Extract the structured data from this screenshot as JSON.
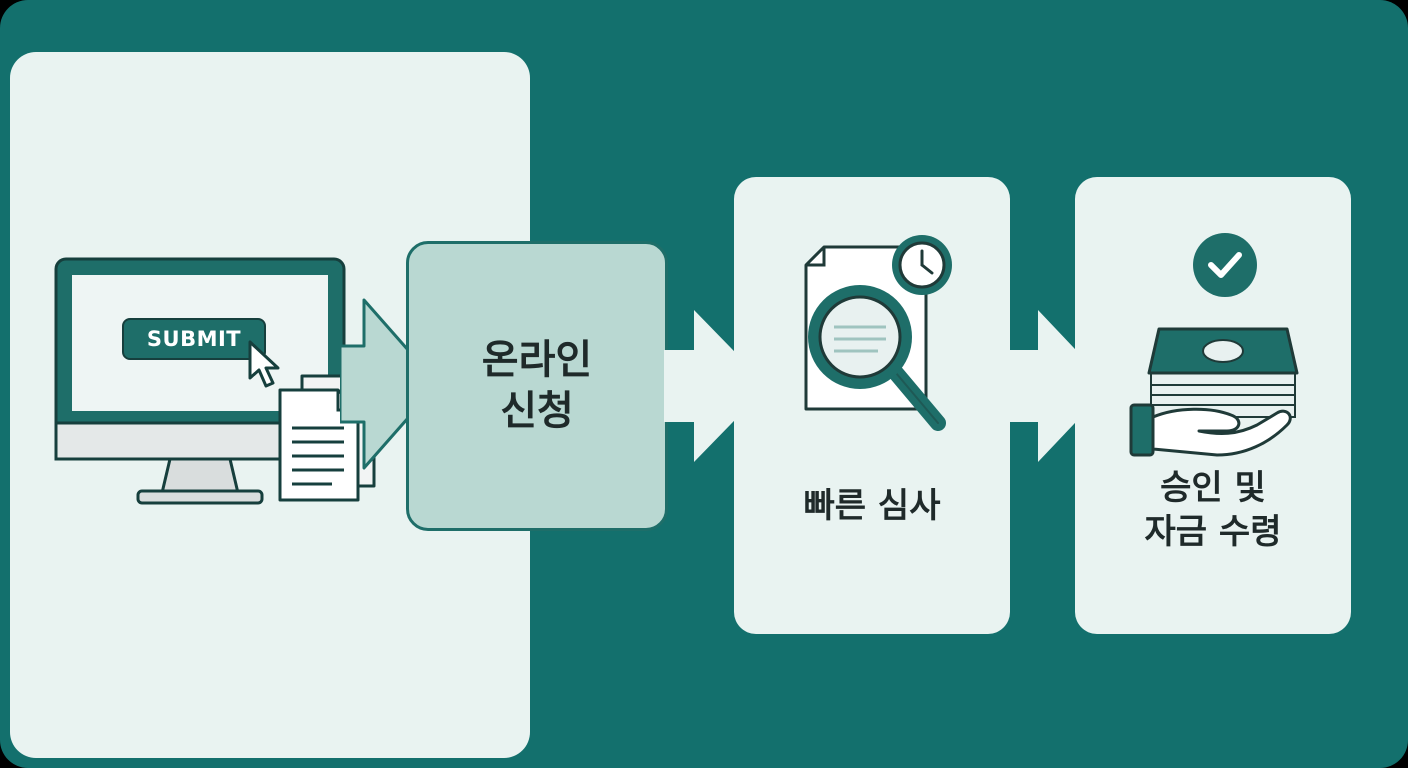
{
  "diagram": {
    "type": "process-flow",
    "colors": {
      "background": "#13706d",
      "panel": "#e9f3f1",
      "highlight_box": "#b9d8d2",
      "accent_dark": "#1e6e69",
      "text": "#1f2a2a"
    },
    "illustration": {
      "icon": "computer-monitor-submit-icon",
      "button_label": "SUBMIT"
    },
    "steps": [
      {
        "label": "온라인\n신청",
        "icon": "computer-monitor-submit-icon"
      },
      {
        "label": "빠른 심사",
        "icon": "document-magnifier-clock-icon"
      },
      {
        "label": "승인 및\n자금 수령",
        "icon": "hand-money-check-icon"
      }
    ]
  }
}
